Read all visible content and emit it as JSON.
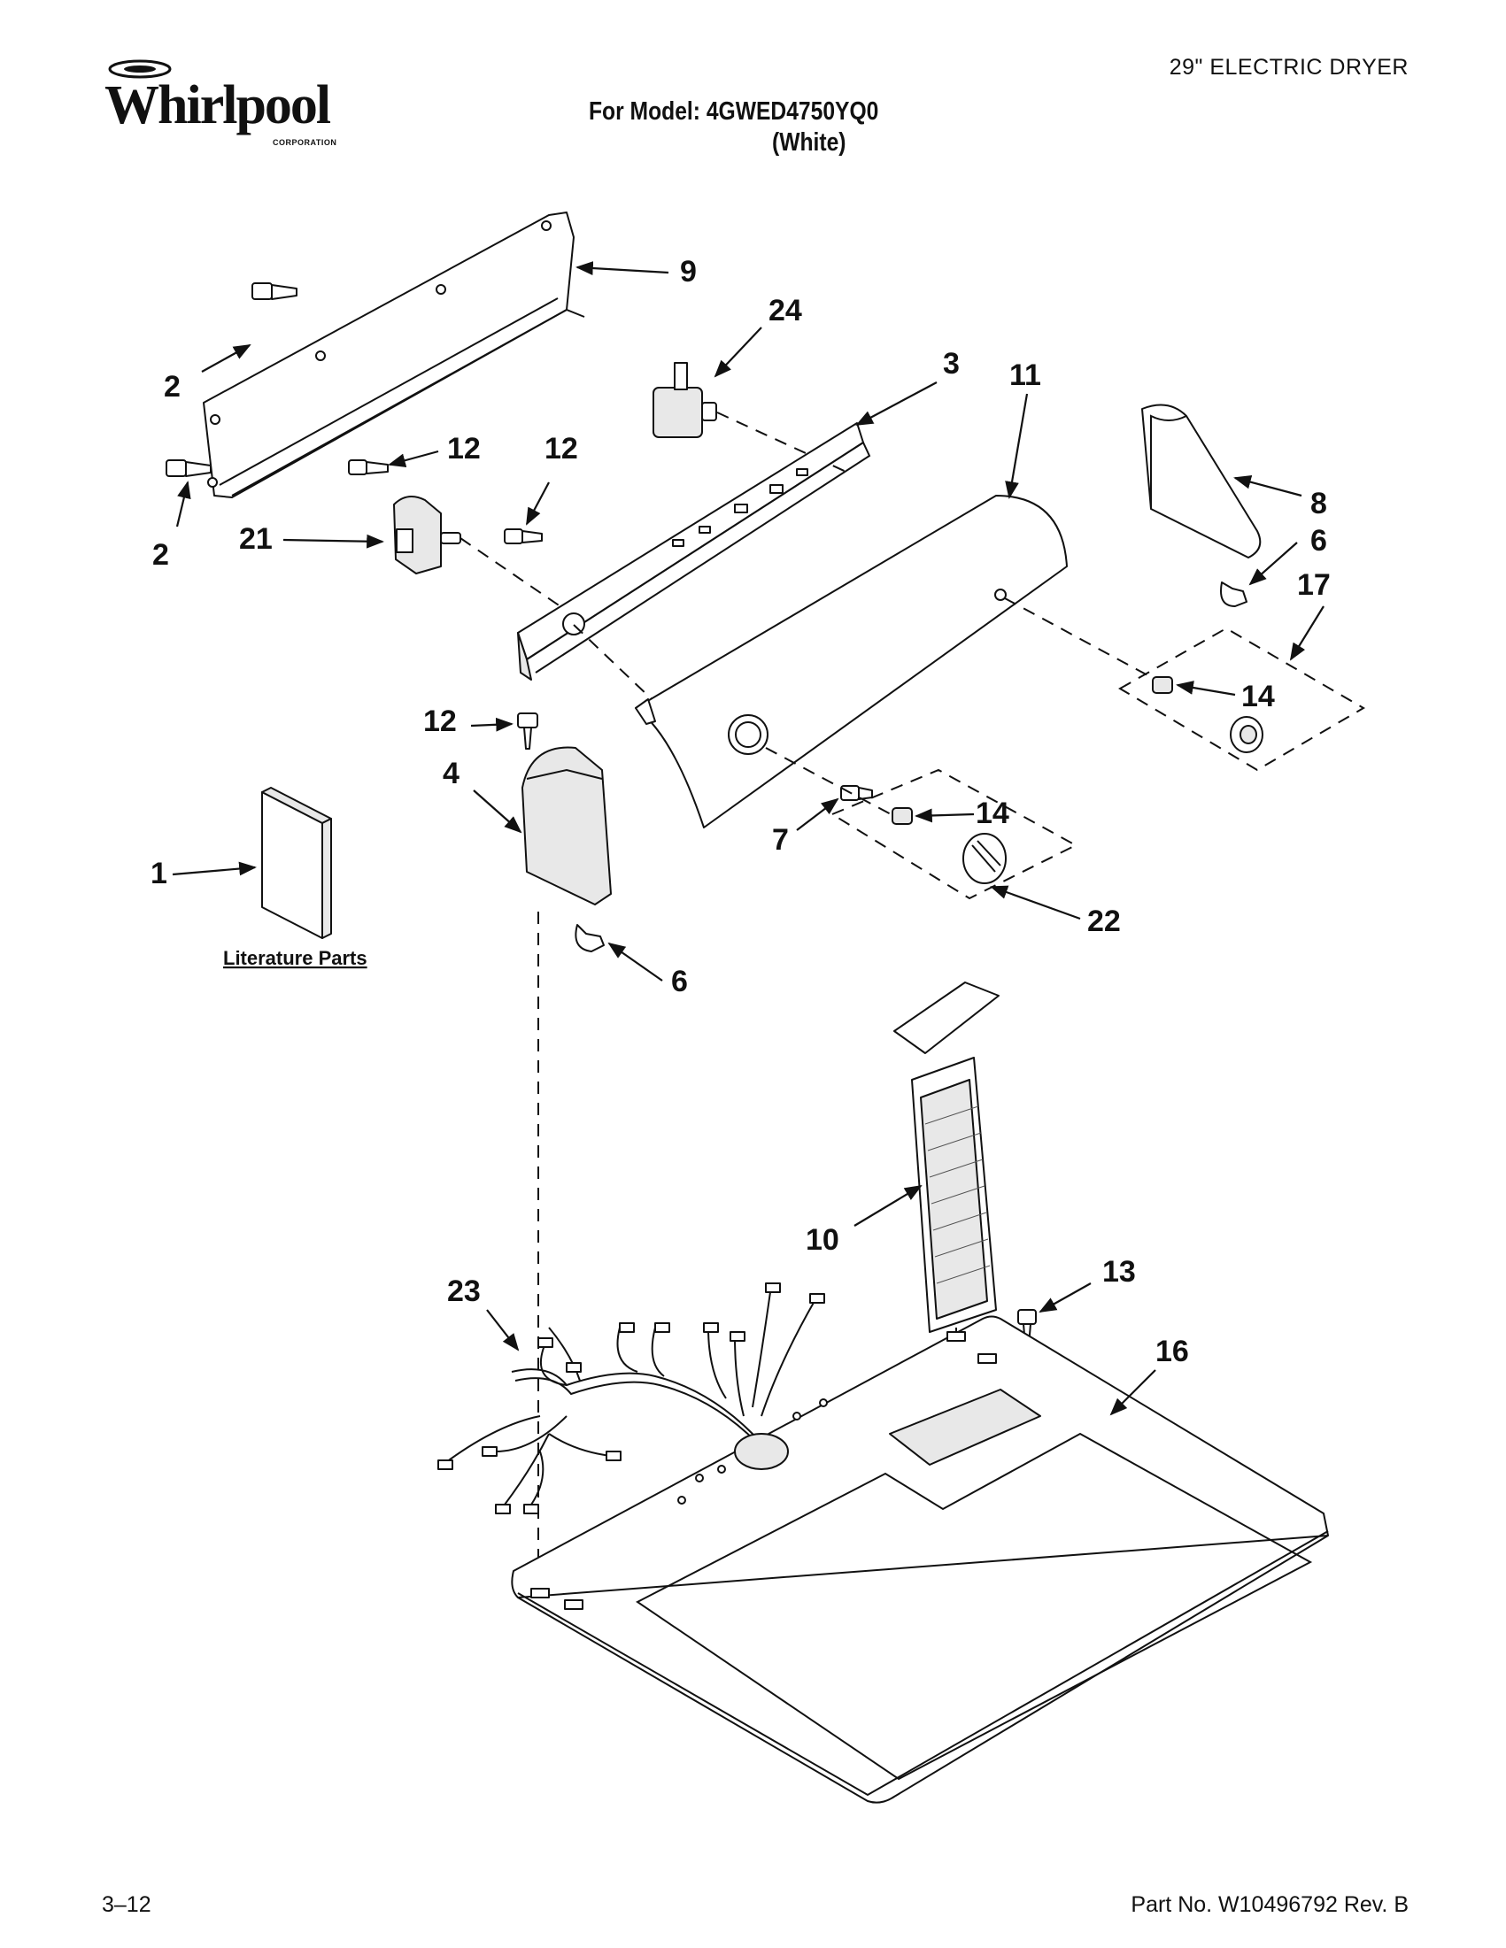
{
  "header": {
    "brand": "Whirlpool",
    "brand_sub": "CORPORATION",
    "doc_type": "29\" ELECTRIC DRYER",
    "model_line": "For Model: 4GWED4750YQ0",
    "variant_line": "(White)"
  },
  "footer": {
    "page_number": "3–12",
    "part_number": "Part No. W10496792 Rev. B"
  },
  "literature_label": "Literature Parts",
  "callouts": {
    "c9": "9",
    "c24": "24",
    "c3": "3",
    "c11": "11",
    "c2a": "2",
    "c2b": "2",
    "c12a": "12",
    "c12b": "12",
    "c21": "21",
    "c8": "8",
    "c6a": "6",
    "c17": "17",
    "c14a": "14",
    "c12c": "12",
    "c4": "4",
    "c1": "1",
    "c7": "7",
    "c14b": "14",
    "c22": "22",
    "c6b": "6",
    "c10": "10",
    "c13": "13",
    "c23": "23",
    "c16": "16"
  }
}
